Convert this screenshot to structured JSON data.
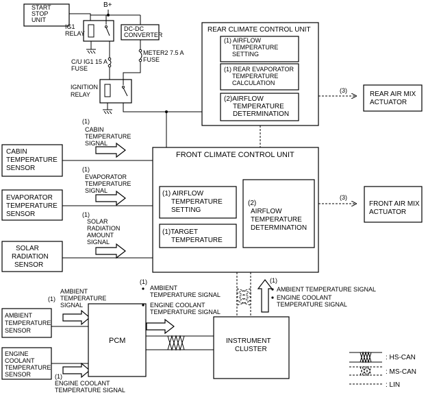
{
  "power": {
    "bplus": "B+",
    "start_stop_unit": [
      "START",
      "STOP",
      "UNIT"
    ],
    "ig1_relay": [
      "IG1",
      "RELAY"
    ],
    "dcdc_converter": [
      "DC-DC",
      "CONVERTER"
    ],
    "cu_ig1_fuse": [
      "C/U IG1 15 A",
      "FUSE"
    ],
    "meter2_fuse": [
      "METER2 7.5 A",
      "FUSE"
    ],
    "ignition_relay": [
      "IGNITION",
      "RELAY"
    ]
  },
  "rear_ccu": {
    "title": "REAR CLIMATE CONTROL UNIT",
    "block1": [
      "(1) AIRFLOW",
      "TEMPERATURE",
      "SETTING"
    ],
    "block2": [
      "(1) REAR EVAPORATOR",
      "TEMPERATURE",
      "CALCULATION"
    ],
    "block3": [
      "(2)AIRFLOW",
      "TEMPERATURE",
      "DETERMINATION"
    ]
  },
  "rear_arrow_label": "(3)",
  "rear_actuator": [
    "REAR AIR MIX",
    "ACTUATOR"
  ],
  "front_ccu": {
    "title": "FRONT CLIMATE CONTROL UNIT",
    "block1": [
      "(1) AIRFLOW",
      "TEMPERATURE",
      "SETTING"
    ],
    "block2": [
      "(1)TARGET",
      "TEMPERATURE"
    ],
    "block3": [
      "(2)",
      "AIRFLOW",
      "TEMPERATURE",
      "DETERMINATION"
    ]
  },
  "front_arrow_label": "(3)",
  "front_actuator": [
    "FRONT AIR MIX",
    "ACTUATOR"
  ],
  "sensors": {
    "cabin": [
      "CABIN",
      "TEMPERATURE",
      "SENSOR"
    ],
    "evaporator": [
      "EVAPORATOR",
      "TEMPERATURE",
      "SENSOR"
    ],
    "solar": [
      "SOLAR",
      "RADIATION",
      "SENSOR"
    ],
    "ambient": [
      "AMBIENT",
      "TEMPERATURE",
      "SENSOR"
    ],
    "engine_coolant": [
      "ENGINE",
      "COOLANT",
      "TEMPERATURE",
      "SENSOR"
    ]
  },
  "signals": {
    "cabin": [
      "(1)",
      "CABIN",
      "TEMPERATURE",
      "SIGNAL"
    ],
    "evaporator": [
      "(1)",
      "EVAPORATOR",
      "TEMPERATURE",
      "SIGNAL"
    ],
    "solar": [
      "(1)",
      "SOLAR",
      "RADIATION",
      "AMOUNT",
      "SIGNAL"
    ],
    "ambient": [
      "AMBIENT",
      "TEMPERATURE",
      "SIGNAL"
    ],
    "ambient_num": "(1)",
    "engine_coolant": [
      "(1)",
      "ENGINE COOLANT",
      "TEMPERATURE SIGNAL"
    ],
    "pcm_to_cluster_num": "(1)",
    "pcm_to_cluster_1": "AMBIENT",
    "pcm_to_cluster_1b": "TEMPERATURE SIGNAL",
    "pcm_to_cluster_2": "ENGINE COOLANT",
    "pcm_to_cluster_2b": "TEMPERATURE SIGNAL",
    "cluster_to_front_num": "(1)",
    "cluster_to_front_1": "AMBIENT TEMPERATURE SIGNAL",
    "cluster_to_front_2": "ENGINE COOLANT",
    "cluster_to_front_2b": "TEMPERATURE SIGNAL"
  },
  "pcm": "PCM",
  "instrument_cluster": [
    "INSTRUMENT",
    "CLUSTER"
  ],
  "legend": {
    "hs_can": ": HS-CAN",
    "ms_can": ": MS-CAN",
    "lin": ": LIN"
  }
}
